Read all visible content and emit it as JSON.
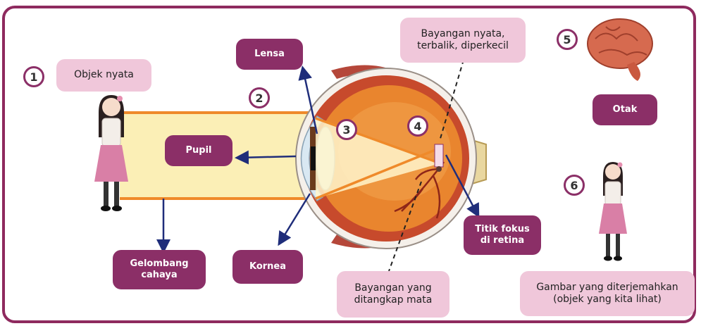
{
  "numbers": [
    "1",
    "2",
    "3",
    "4",
    "5",
    "6"
  ],
  "labels": {
    "objek_nyata": "Objek nyata",
    "lensa": "Lensa",
    "pupil": "Pupil",
    "gelombang_cahaya": "Gelombang cahaya",
    "kornea": "Kornea",
    "bayangan_nyata": "Bayangan nyata, terbalik, diperkecil",
    "otak": "Otak",
    "titik_fokus": "Titik fokus di retina",
    "bayangan_ditangkap": "Bayangan yang ditangkap mata",
    "gambar_diterjemahkan": "Gambar yang diterjemahkan (objek yang kita lihat)"
  },
  "colors": {
    "frame": "#8e2a5e",
    "dark_label": "#8b2f67",
    "light_label": "#f0c7da",
    "light_beam": "#fbefb6",
    "beam_edge": "#ef8a2a",
    "arrow": "#1f2d7a"
  },
  "icons": [
    "girl-figure",
    "eye-cross-section",
    "brain-icon"
  ]
}
